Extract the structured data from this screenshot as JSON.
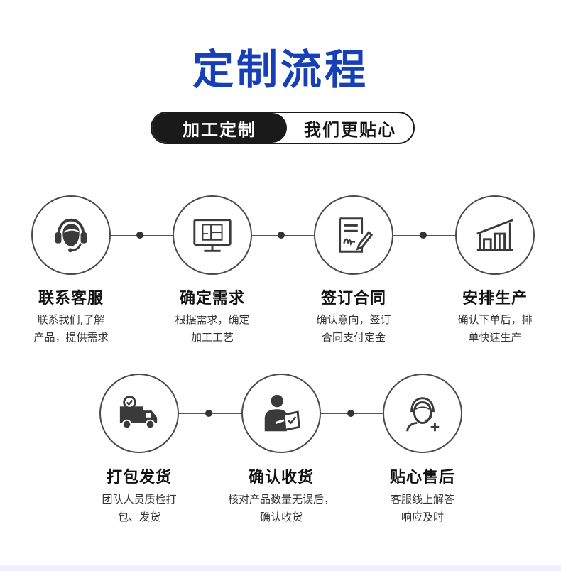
{
  "header": {
    "title": "定制流程",
    "pill_left": "加工定制",
    "pill_right": "我们更贴心"
  },
  "steps": [
    {
      "title": "联系客服",
      "desc_line1": "联系我们,了解",
      "desc_line2": "产品，提供需求",
      "icon": "customer-service-headset-icon"
    },
    {
      "title": "确定需求",
      "desc_line1": "根据需求，确定",
      "desc_line2": "加工工艺",
      "icon": "monitor-blueprint-icon"
    },
    {
      "title": "签订合同",
      "desc_line1": "确认意向，签订",
      "desc_line2": "合同支付定金",
      "icon": "contract-sign-icon"
    },
    {
      "title": "安排生产",
      "desc_line1": "确认下单后，排",
      "desc_line2": "单快速生产",
      "icon": "factory-icon"
    },
    {
      "title": "打包发货",
      "desc_line1": "团队人员质检打",
      "desc_line2": "包、发货",
      "icon": "delivery-truck-icon"
    },
    {
      "title": "确认收货",
      "desc_line1": "核对产品数量无误后，",
      "desc_line2": "确认收货",
      "icon": "person-checklist-icon"
    },
    {
      "title": "贴心售后",
      "desc_line1": "客服线上解答",
      "desc_line2": "响应及时",
      "icon": "after-sales-support-icon"
    }
  ],
  "colors": {
    "title_blue": "#1740b8",
    "dark": "#1a1a1a",
    "line": "#555555"
  }
}
